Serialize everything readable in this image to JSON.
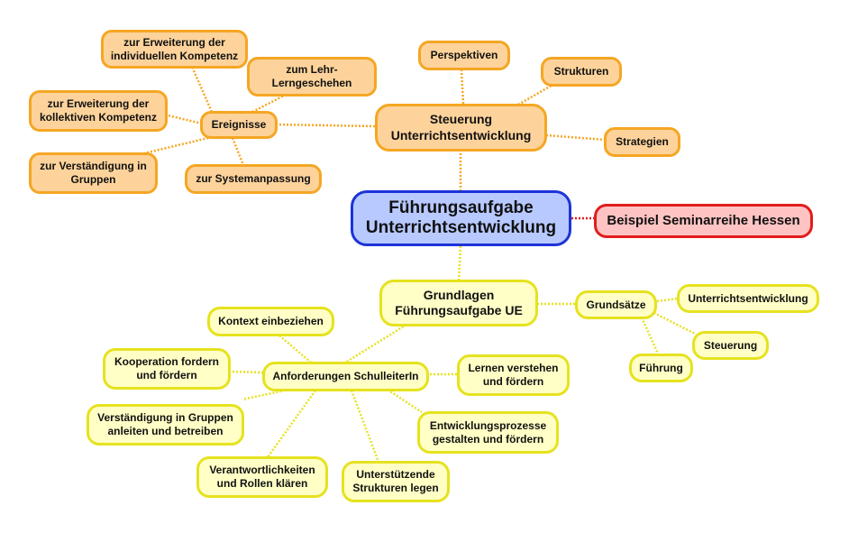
{
  "center": "Führungsaufgabe Unterrichtsentwicklung",
  "example": "Beispiel Seminarreihe Hessen",
  "steuerung": {
    "title": "Steuerung Unterrichtsentwicklung",
    "perspektiven": "Perspektiven",
    "strukturen": "Strukturen",
    "strategien": "Strategien",
    "ereignisse": {
      "label": "Ereignisse",
      "individuell": "zur Erweiterung der individuellen Kompetenz",
      "lehr_lern": "zum Lehr-Lerngeschehen",
      "kollektiv": "zur Erweiterung der kollektiven Kompetenz",
      "verstaendigung": "zur Verständigung in Gruppen",
      "systemanpassung": "zur Systemanpassung"
    }
  },
  "grundlagen": {
    "title": "Grundlagen Führungsaufgabe UE",
    "grundsaetze": {
      "label": "Grundsätze",
      "unterrichtsentwicklung": "Unterrichtsentwicklung",
      "steuerung": "Steuerung",
      "fuehrung": "Führung"
    },
    "anforderungen": {
      "label": "Anforderungen SchulleiterIn",
      "kontext": "Kontext einbeziehen",
      "kooperation": "Kooperation fordern und fördern",
      "verstaendigung": "Verständigung in Gruppen anleiten und betreiben",
      "verantwortlichkeiten": "Verantwortlichkeiten und Rollen klären",
      "unterstuetzende": "Unterstützende Strukturen legen",
      "entwicklungsprozesse": "Entwicklungsprozesse gestalten und fördern",
      "lernen": "Lernen verstehen und fördern"
    }
  },
  "colors": {
    "orange_fill": "#fdd39b",
    "orange_border": "#f5a623",
    "yellow_fill": "#ffffc6",
    "yellow_border": "#e6e21f",
    "center_fill": "#b7c9ff",
    "center_border": "#1d33d8",
    "red_fill": "#ffc3c3",
    "red_border": "#e21d1d"
  }
}
